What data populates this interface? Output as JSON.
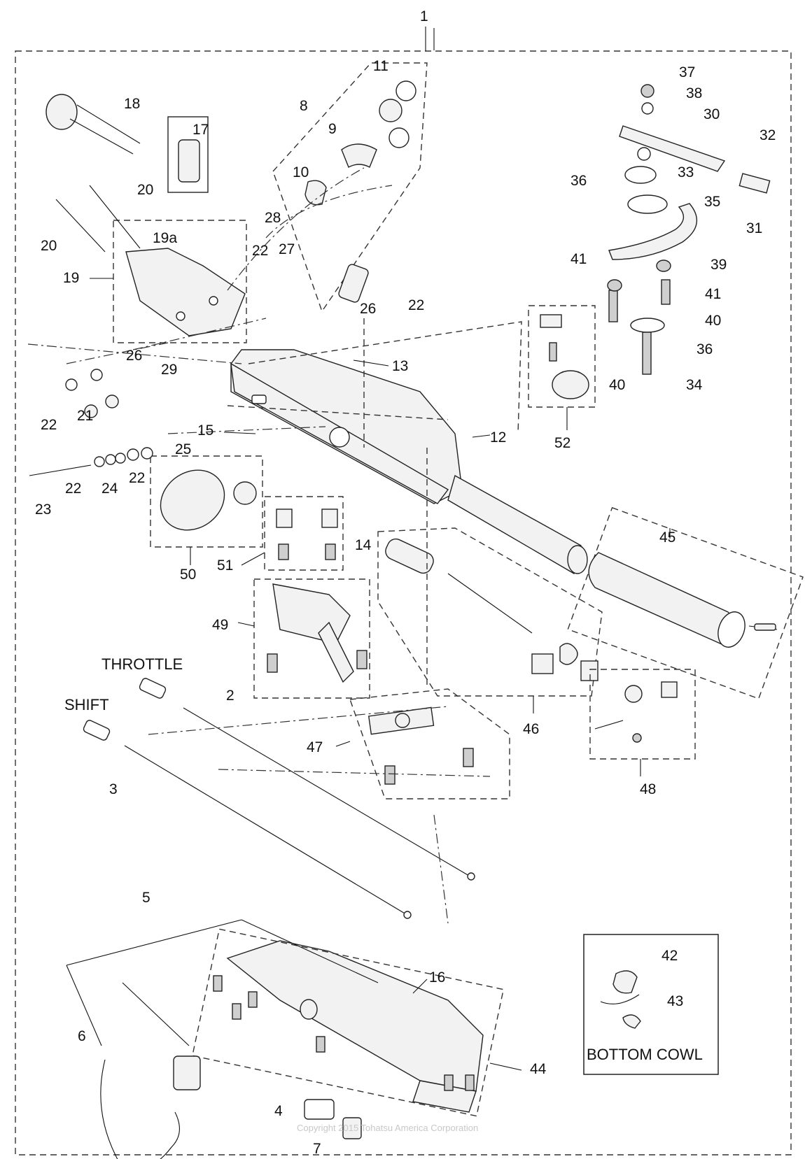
{
  "labels": {
    "assembly": "1",
    "p2": "2",
    "p3": "3",
    "p4": "4",
    "p5": "5",
    "p6": "6",
    "p7": "7",
    "p8": "8",
    "p9": "9",
    "p10": "10",
    "p11": "11",
    "p12": "12",
    "p13": "13",
    "p14": "14",
    "p15": "15",
    "p16": "16",
    "p17": "17",
    "p18": "18",
    "p19": "19",
    "p19a": "19a",
    "p20a": "20",
    "p20b": "20",
    "p21": "21",
    "p22a": "22",
    "p22b": "22",
    "p22c": "22",
    "p22d": "22",
    "p22e": "22",
    "p23": "23",
    "p24": "24",
    "p25": "25",
    "p26a": "26",
    "p26b": "26",
    "p27": "27",
    "p28": "28",
    "p29": "29",
    "p30": "30",
    "p31": "31",
    "p32": "32",
    "p33": "33",
    "p34": "34",
    "p35": "35",
    "p36a": "36",
    "p36b": "36",
    "p37": "37",
    "p38": "38",
    "p39": "39",
    "p40a": "40",
    "p40b": "40",
    "p41a": "41",
    "p41b": "41",
    "p42": "42",
    "p43": "43",
    "p44": "44",
    "p45": "45",
    "p46": "46",
    "p47": "47",
    "p48": "48",
    "p49": "49",
    "p50": "50",
    "p51": "51",
    "p52": "52"
  },
  "captions": {
    "throttle": "THROTTLE",
    "shift": "SHIFT",
    "bottom_cowl": "BOTTOM COWL",
    "copyright": "Copyright 2015 Tohatsu America Corporation"
  }
}
